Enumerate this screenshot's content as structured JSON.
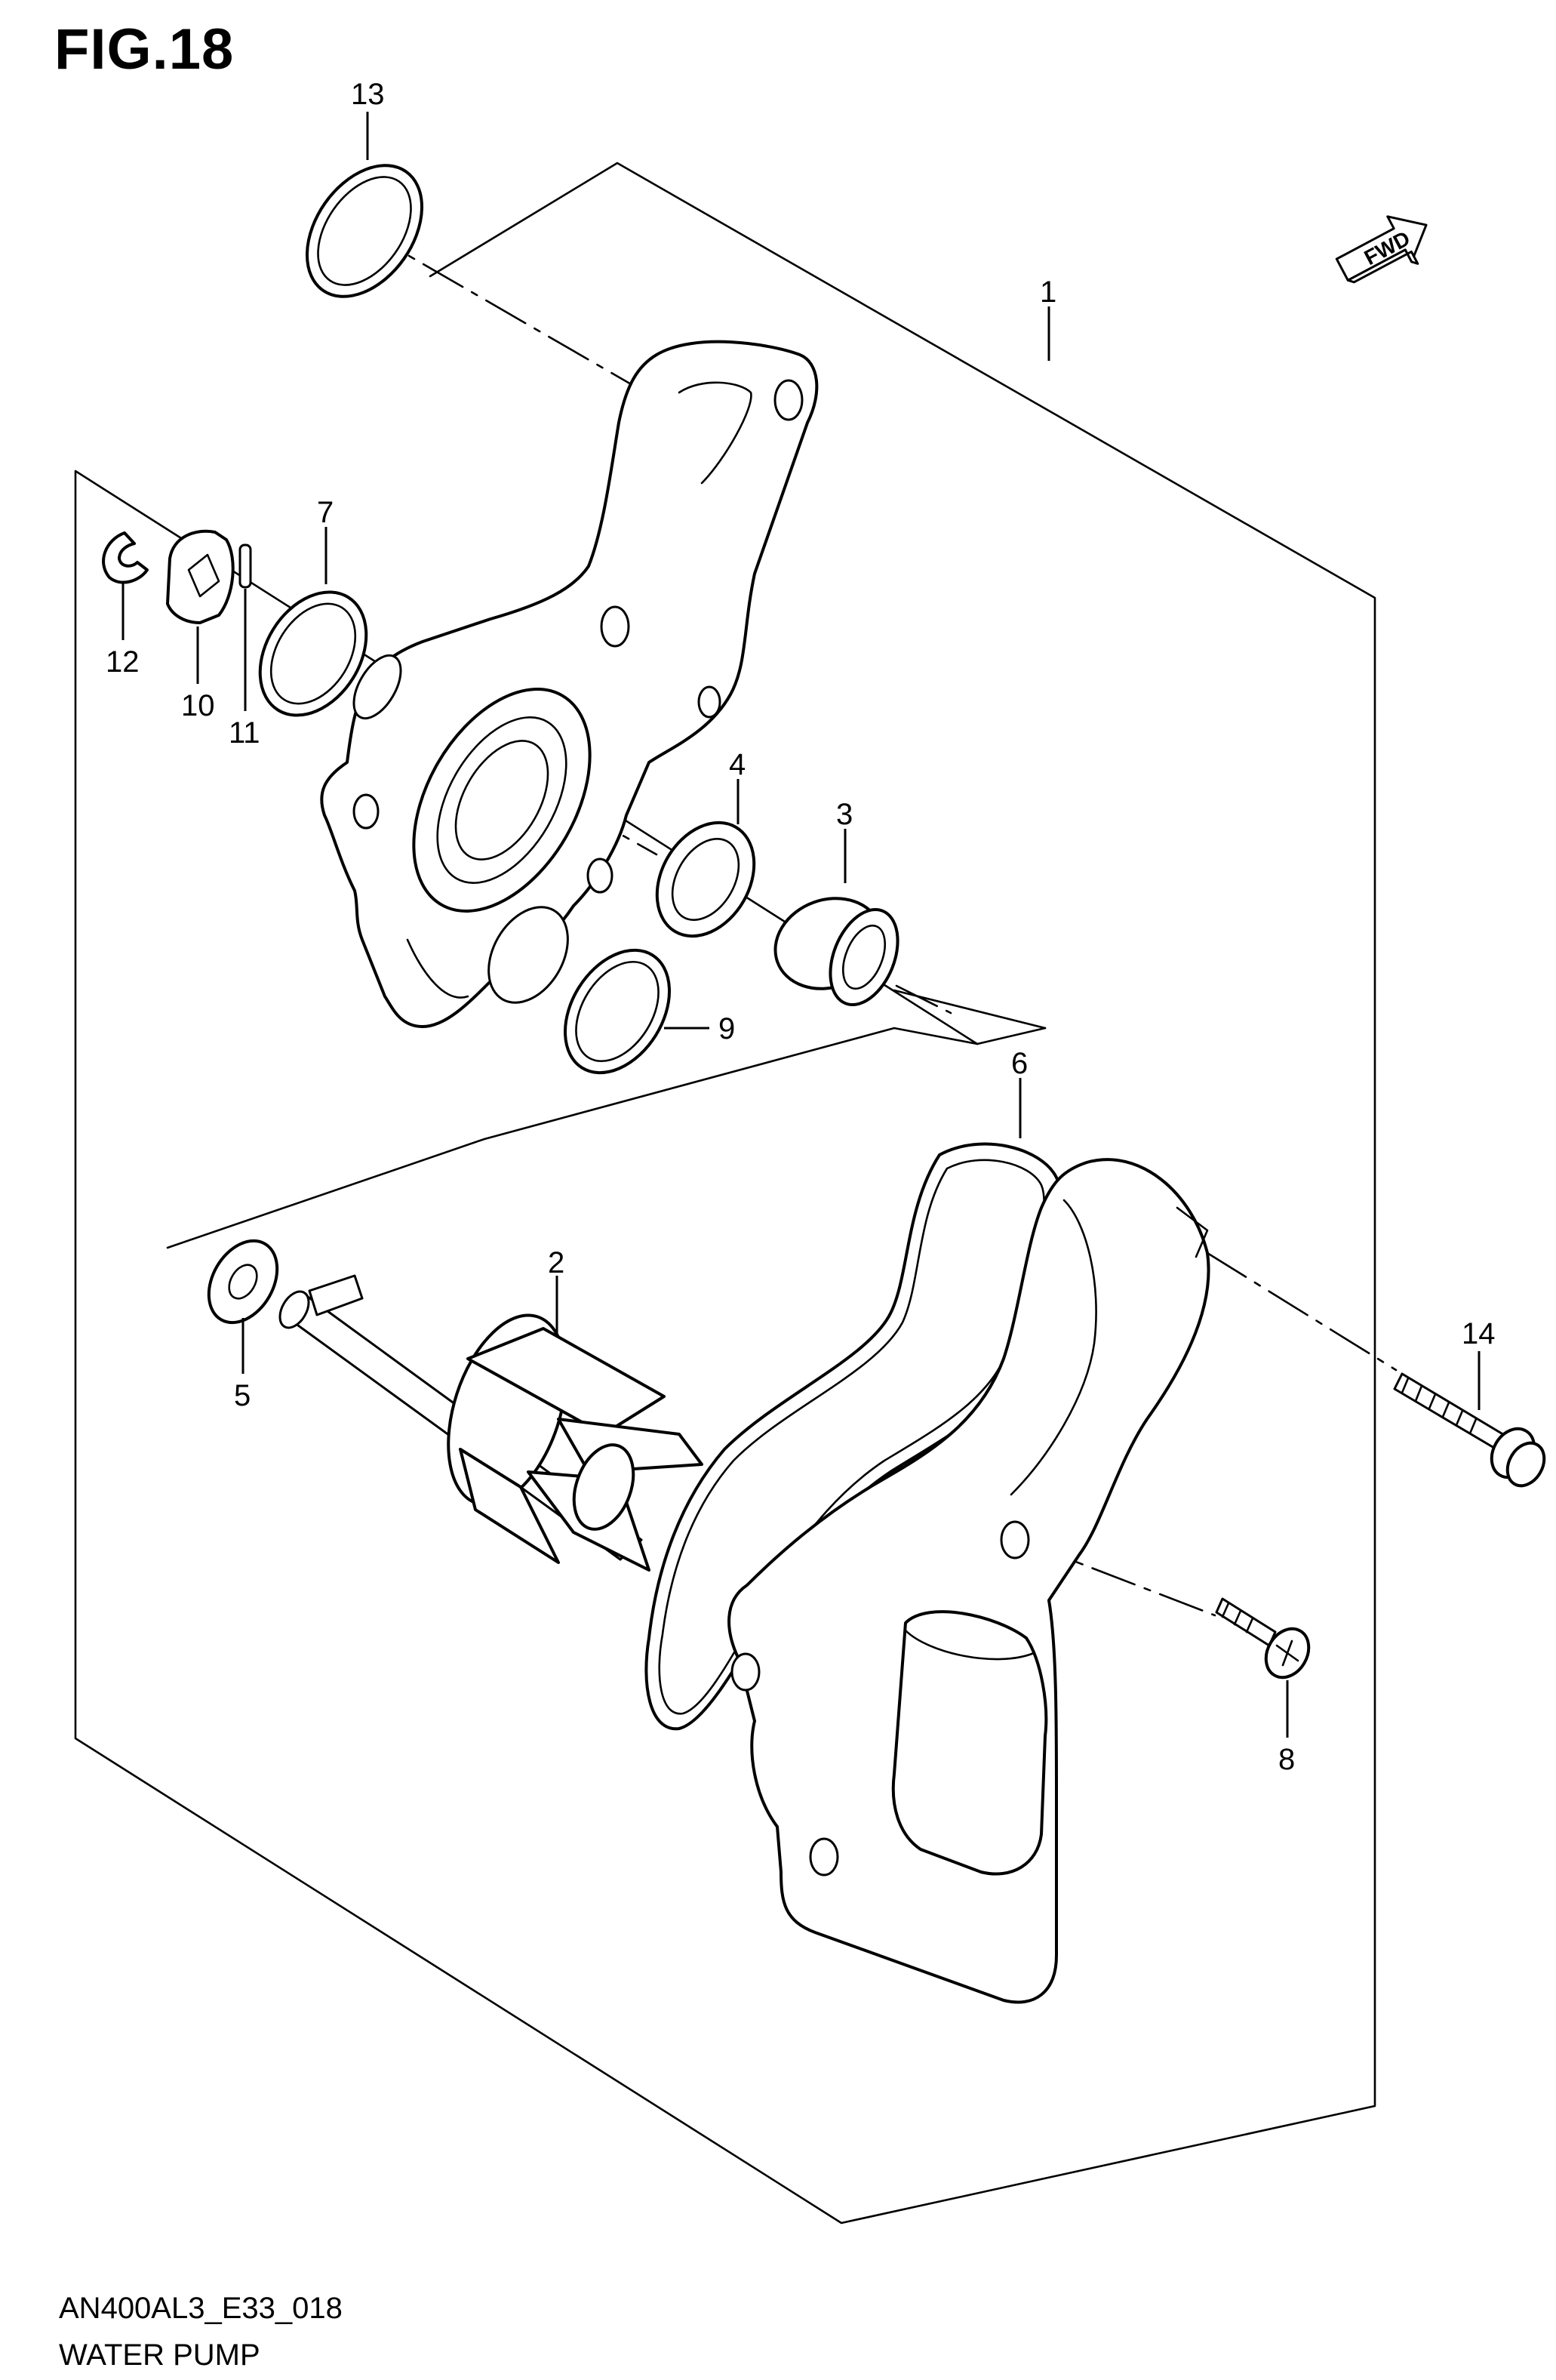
{
  "figure": {
    "title": "FIG.18",
    "code": "AN400AL3_E33_018",
    "name": "WATER PUMP"
  },
  "fwd_label": "FWD",
  "callouts": [
    {
      "id": "c1",
      "number": "1"
    },
    {
      "id": "c2",
      "number": "2"
    },
    {
      "id": "c3",
      "number": "3"
    },
    {
      "id": "c4",
      "number": "4"
    },
    {
      "id": "c5",
      "number": "5"
    },
    {
      "id": "c6",
      "number": "6"
    },
    {
      "id": "c7",
      "number": "7"
    },
    {
      "id": "c8",
      "number": "8"
    },
    {
      "id": "c9",
      "number": "9"
    },
    {
      "id": "c10",
      "number": "10"
    },
    {
      "id": "c11",
      "number": "11"
    },
    {
      "id": "c12",
      "number": "12"
    },
    {
      "id": "c13",
      "number": "13"
    },
    {
      "id": "c14",
      "number": "14"
    }
  ]
}
